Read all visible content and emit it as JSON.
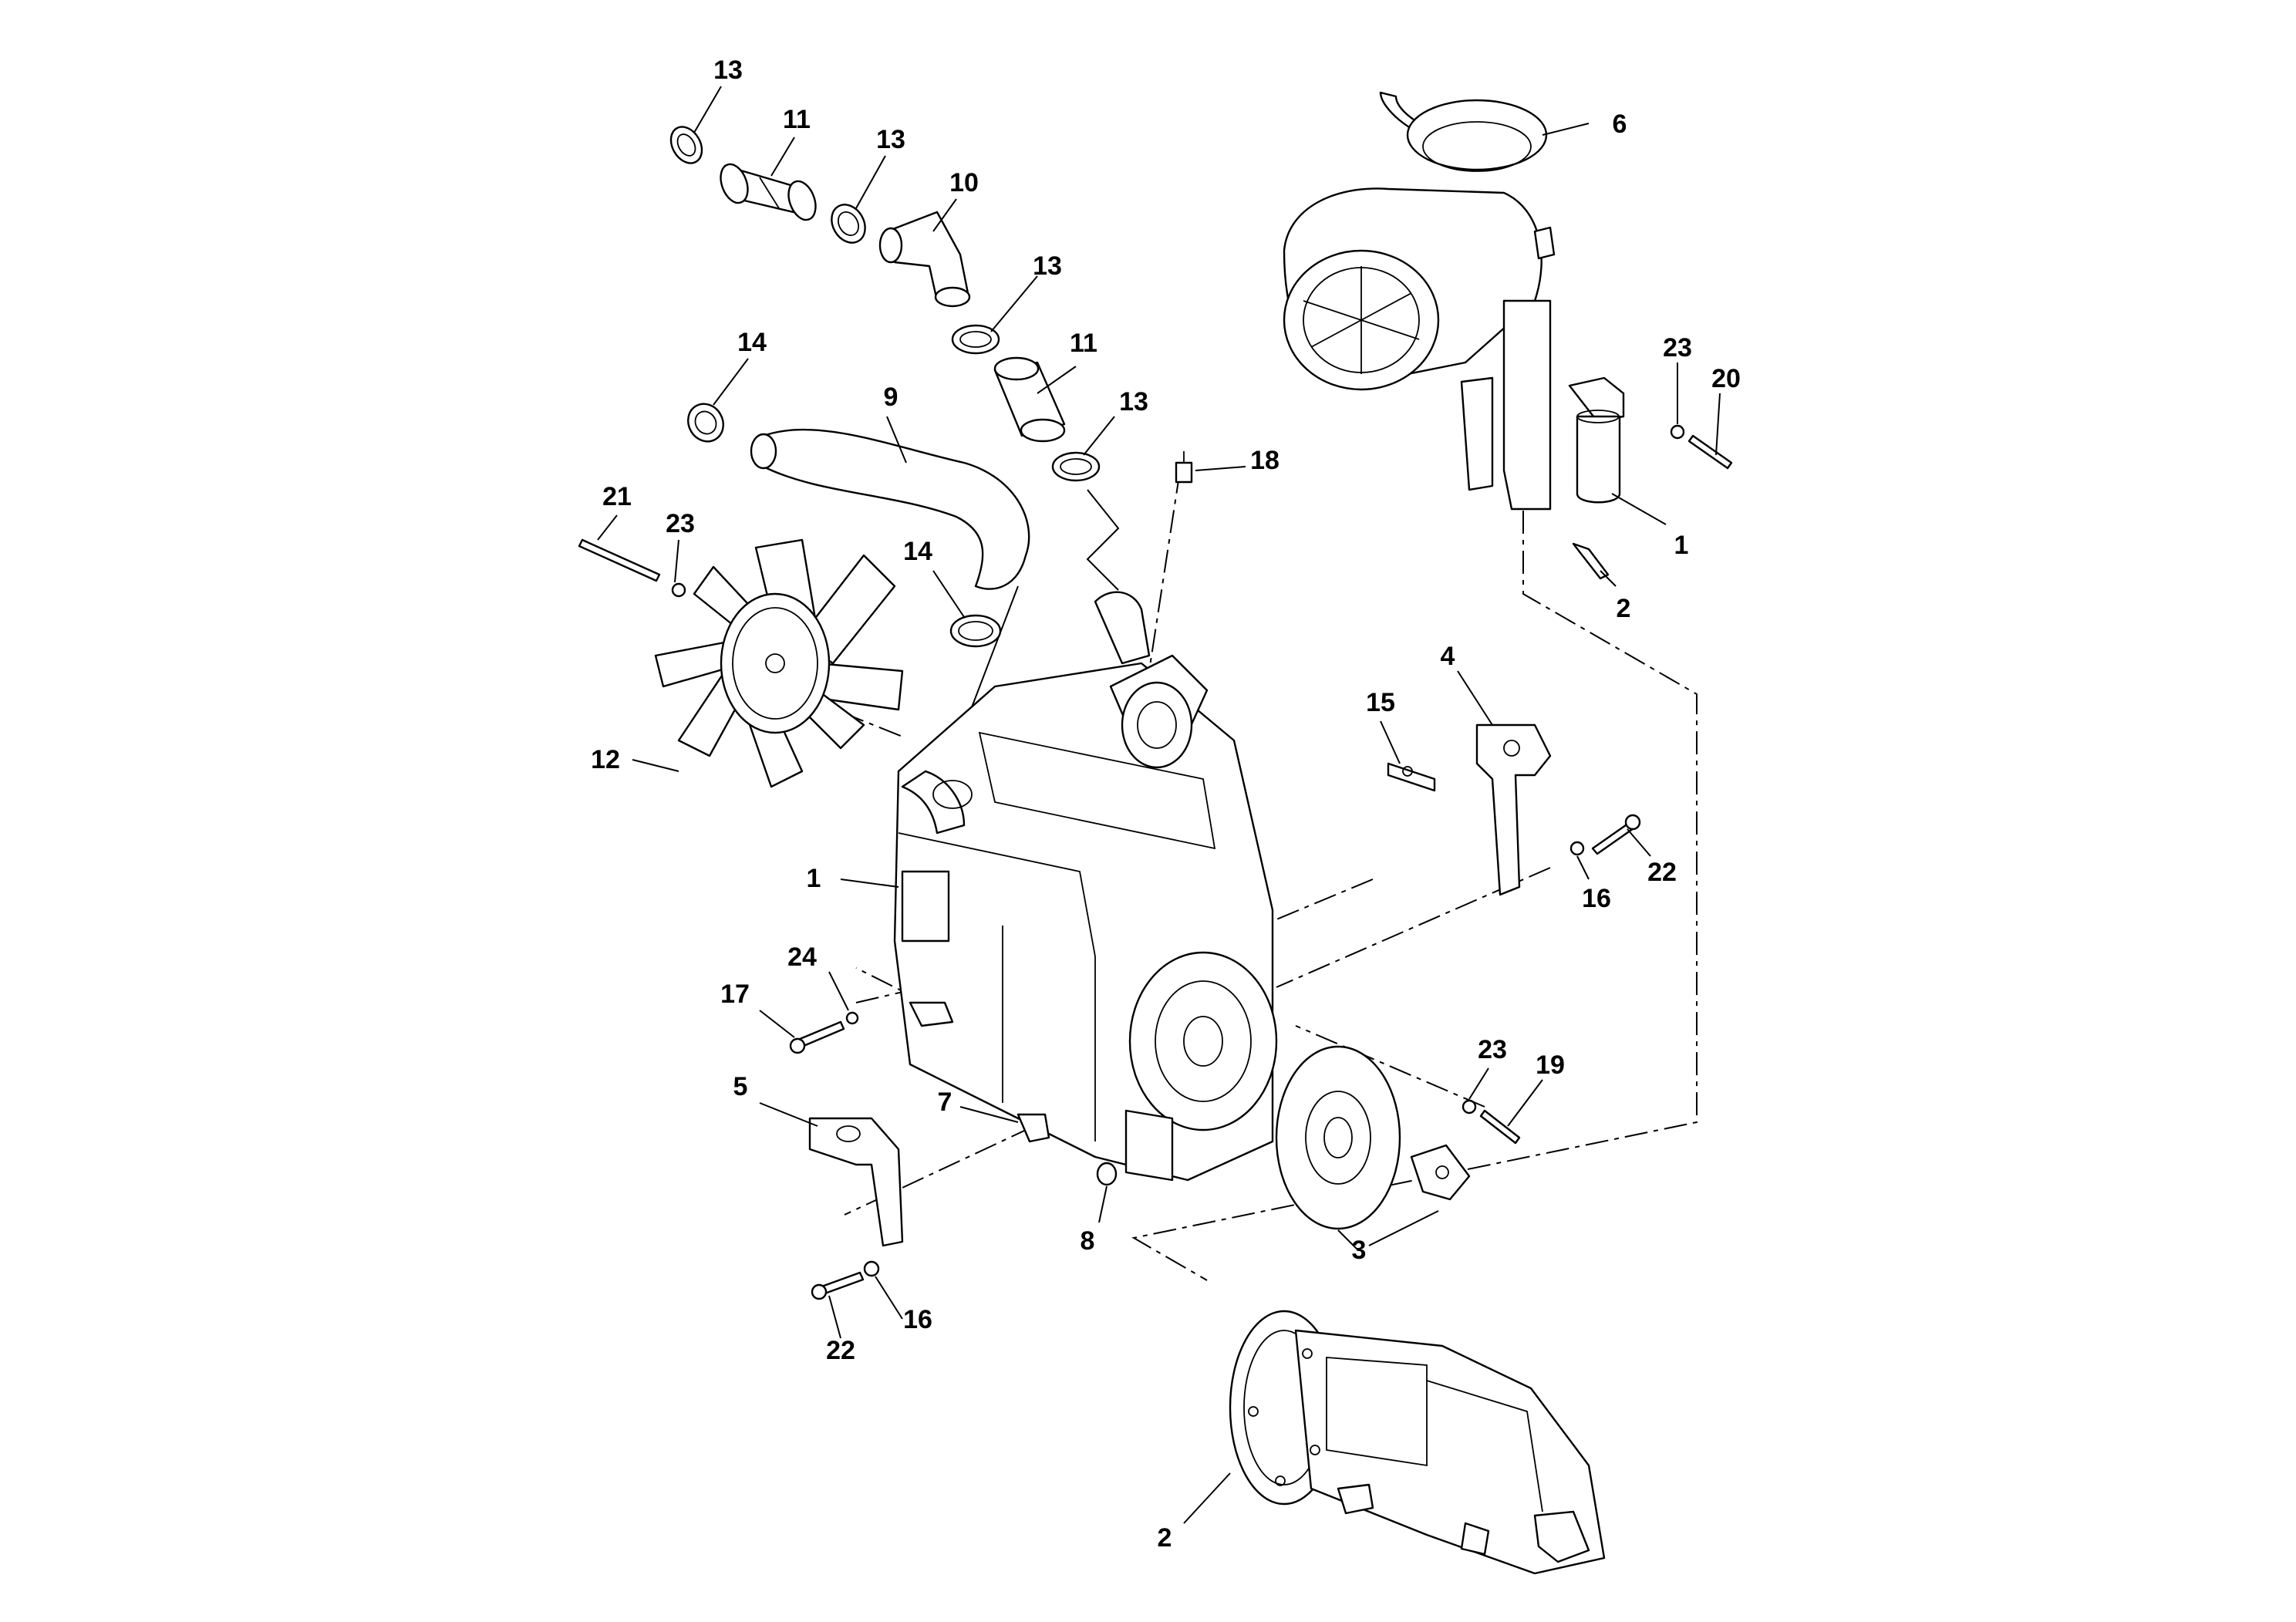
{
  "diagram": {
    "callouts": [
      {
        "id": "c-13-a",
        "label": "13"
      },
      {
        "id": "c-11-a",
        "label": "11"
      },
      {
        "id": "c-13-b",
        "label": "13"
      },
      {
        "id": "c-10",
        "label": "10"
      },
      {
        "id": "c-13-c",
        "label": "13"
      },
      {
        "id": "c-11-b",
        "label": "11"
      },
      {
        "id": "c-13-d",
        "label": "13"
      },
      {
        "id": "c-14-a",
        "label": "14"
      },
      {
        "id": "c-9",
        "label": "9"
      },
      {
        "id": "c-18",
        "label": "18"
      },
      {
        "id": "c-21",
        "label": "21"
      },
      {
        "id": "c-23-a",
        "label": "23"
      },
      {
        "id": "c-14-b",
        "label": "14"
      },
      {
        "id": "c-12",
        "label": "12"
      },
      {
        "id": "c-6",
        "label": "6"
      },
      {
        "id": "c-23-b",
        "label": "23"
      },
      {
        "id": "c-20",
        "label": "20"
      },
      {
        "id": "c-1-a",
        "label": "1"
      },
      {
        "id": "c-2-a",
        "label": "2"
      },
      {
        "id": "c-4",
        "label": "4"
      },
      {
        "id": "c-15",
        "label": "15"
      },
      {
        "id": "c-22-a",
        "label": "22"
      },
      {
        "id": "c-16-a",
        "label": "16"
      },
      {
        "id": "c-1-b",
        "label": "1"
      },
      {
        "id": "c-24",
        "label": "24"
      },
      {
        "id": "c-17",
        "label": "17"
      },
      {
        "id": "c-5",
        "label": "5"
      },
      {
        "id": "c-7",
        "label": "7"
      },
      {
        "id": "c-8",
        "label": "8"
      },
      {
        "id": "c-23-c",
        "label": "23"
      },
      {
        "id": "c-19",
        "label": "19"
      },
      {
        "id": "c-3",
        "label": "3"
      },
      {
        "id": "c-22-b",
        "label": "22"
      },
      {
        "id": "c-16-b",
        "label": "16"
      },
      {
        "id": "c-2-b",
        "label": "2"
      }
    ]
  }
}
